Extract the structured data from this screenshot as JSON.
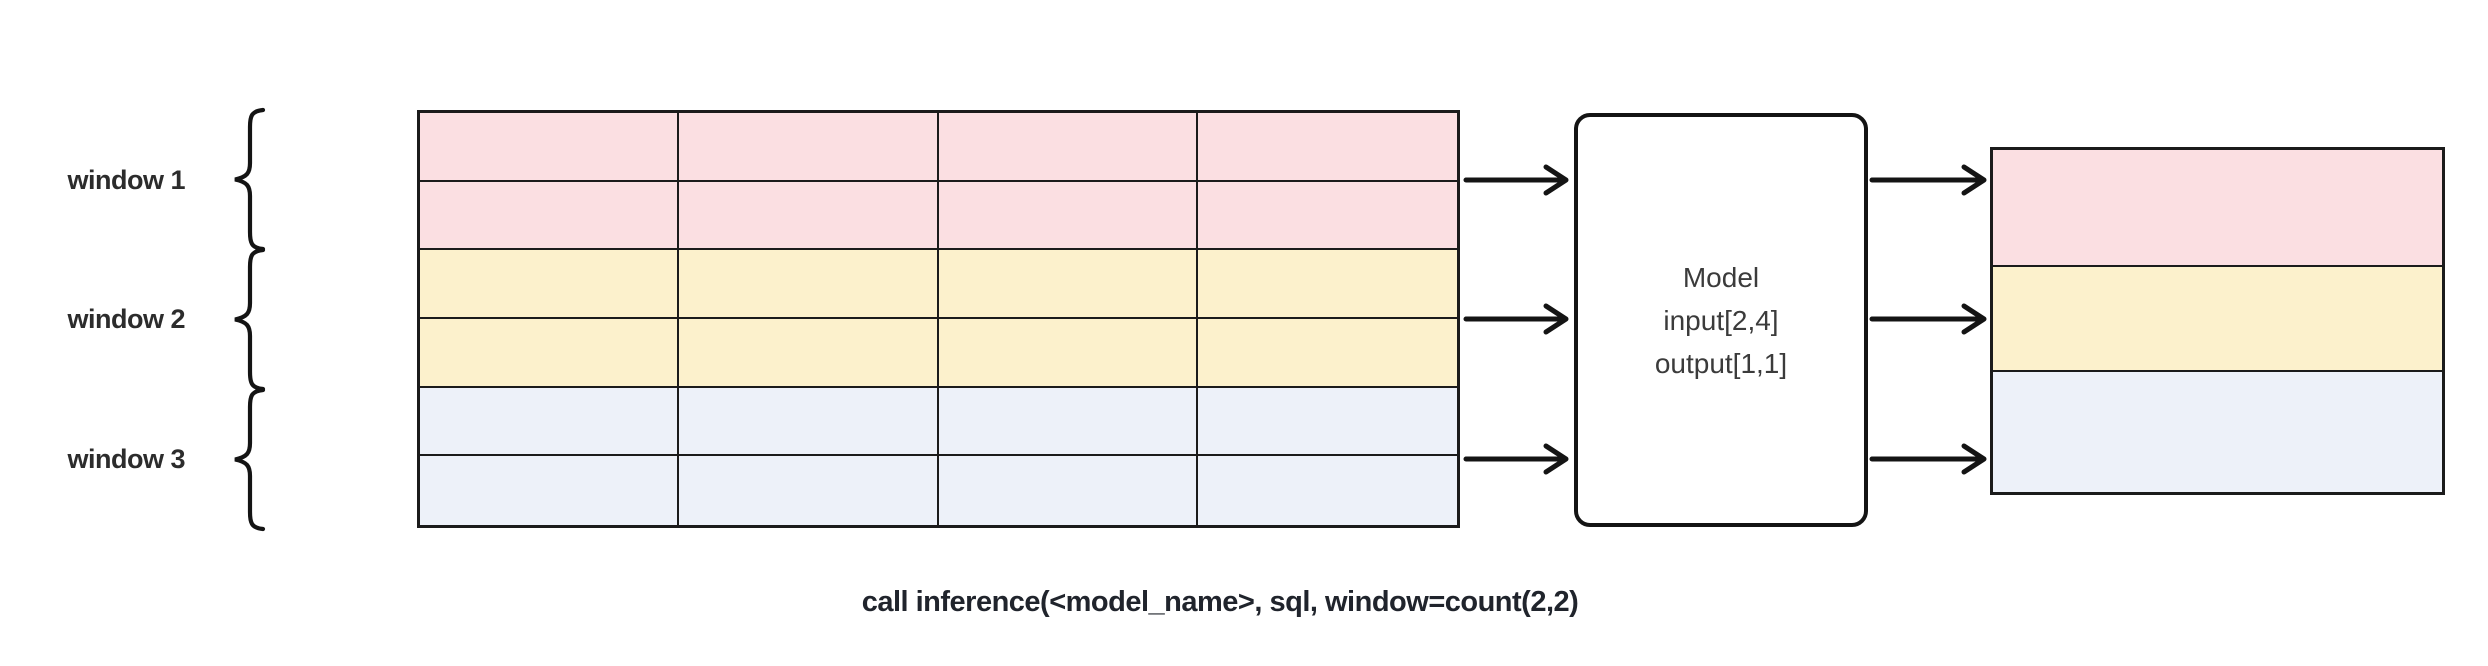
{
  "colors": {
    "background": "#ffffff",
    "band_pink": "#fbdfe2",
    "band_yellow": "#fcf1cc",
    "band_blue": "#edf1f9",
    "grid_line": "#1b1b1b",
    "arrow": "#141414",
    "label_text": "#2c2c2c",
    "model_text": "#3b3b3b",
    "caption_text": "#20242c"
  },
  "windows": [
    {
      "label": "window 1",
      "band": "pink"
    },
    {
      "label": "window 2",
      "band": "yellow"
    },
    {
      "label": "window 3",
      "band": "blue"
    }
  ],
  "input_table": {
    "columns": 4,
    "rows": 6,
    "rows_per_window": 2
  },
  "model_box": {
    "lines": [
      "Model",
      "input[2,4]",
      "output[1,1]"
    ]
  },
  "output_table": {
    "rows": [
      {
        "band": "pink"
      },
      {
        "band": "yellow"
      },
      {
        "band": "blue"
      }
    ]
  },
  "caption": "call inference(<model_name>, sql, window=count(2,2)"
}
